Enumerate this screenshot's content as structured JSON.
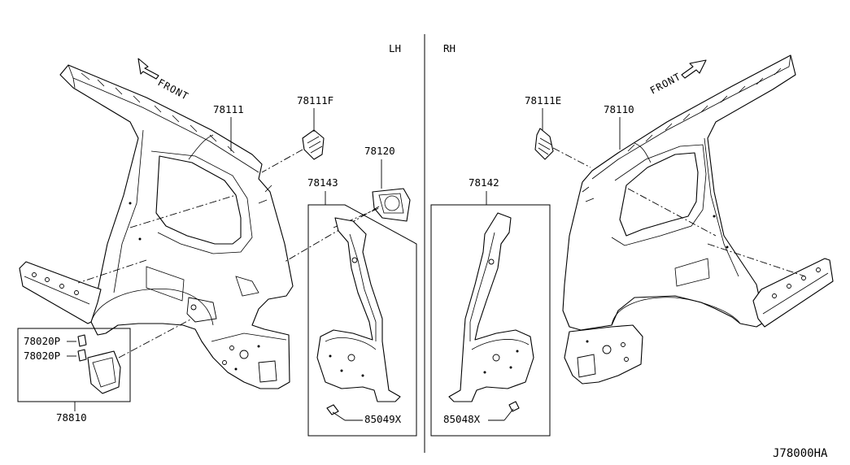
{
  "diagram": {
    "section_labels": {
      "left": "LH",
      "right": "RH"
    },
    "direction_label": "FRONT",
    "part_numbers": {
      "p78111": "78111",
      "p78111F": "78111F",
      "p78120": "78120",
      "p78143": "78143",
      "p78020P_a": "78020P",
      "p78020P_b": "78020P",
      "p78810": "78810",
      "p85049X": "85049X",
      "p78142": "78142",
      "p85048X": "85048X",
      "p78111E": "78111E",
      "p78110": "78110"
    },
    "diagram_id": "J78000HA"
  }
}
